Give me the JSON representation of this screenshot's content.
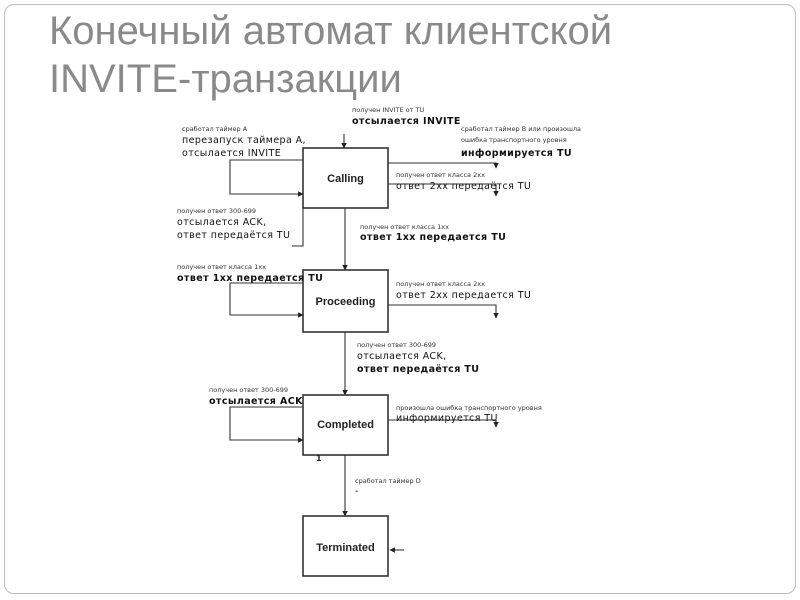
{
  "title": {
    "line1": "Конечный автомат клиентской",
    "line2": "INVITE-транзакции"
  },
  "states": {
    "calling": "Calling",
    "proceeding": "Proceeding",
    "completed": "Completed",
    "terminated": "Terminated"
  },
  "labels": {
    "init_small": "получен INVITE от TU",
    "init_main": "отсылается INVITE",
    "timer_a_small": "сработал таймер A",
    "timer_a_l1": "перезапуск таймера A,",
    "timer_a_l2": "отсылается INVITE",
    "timer_b_small1": "сработал таймер B или произошла",
    "timer_b_small2": "ошибка транспортного уровня",
    "timer_b_main": "информируется TU",
    "c2xx_small": "получен ответ класса 2xx",
    "c2xx_main": "ответ 2xx передаётся TU",
    "c300_small": "получен ответ 300-699",
    "c300_l1": "отсылается ACK,",
    "c300_l2": "ответ передаётся TU",
    "c1xx_small": "получен ответ класса 1xx",
    "c1xx_main": "ответ 1xx передается TU",
    "p1xx_small": "получен ответ класса 1xx",
    "p1xx_main": "ответ 1xx передается TU",
    "p2xx_small": "получен ответ класса 2xx",
    "p2xx_main": "ответ 2xx передается TU",
    "p300_small": "получен ответ 300-699",
    "p300_l1": "отсылается ACK,",
    "p300_l2": "ответ передаётся TU",
    "comp_small": "получен ответ 300-699",
    "comp_main": "отсылается ACK",
    "comp_err_small": "произошла ошибка транспортного уровня",
    "comp_err_main": "информируется TU",
    "timer_d_small": "сработал таймер D",
    "timer_d_main": "-",
    "marker_1": "1"
  }
}
